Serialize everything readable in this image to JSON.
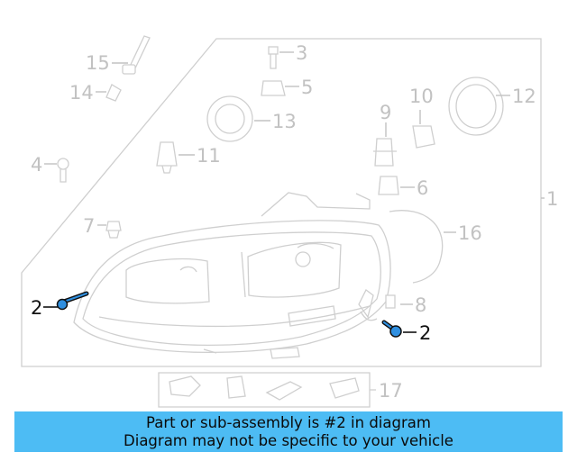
{
  "diagram": {
    "callouts": [
      {
        "id": "1",
        "text": "1",
        "highlight": false
      },
      {
        "id": "2a",
        "text": "2",
        "highlight": true
      },
      {
        "id": "2b",
        "text": "2",
        "highlight": true
      },
      {
        "id": "3",
        "text": "3",
        "highlight": false
      },
      {
        "id": "4",
        "text": "4",
        "highlight": false
      },
      {
        "id": "5",
        "text": "5",
        "highlight": false
      },
      {
        "id": "6",
        "text": "6",
        "highlight": false
      },
      {
        "id": "7",
        "text": "7",
        "highlight": false
      },
      {
        "id": "8",
        "text": "8",
        "highlight": false
      },
      {
        "id": "9",
        "text": "9",
        "highlight": false
      },
      {
        "id": "10",
        "text": "10",
        "highlight": false
      },
      {
        "id": "11",
        "text": "11",
        "highlight": false
      },
      {
        "id": "12",
        "text": "12",
        "highlight": false
      },
      {
        "id": "13",
        "text": "13",
        "highlight": false
      },
      {
        "id": "14",
        "text": "14",
        "highlight": false
      },
      {
        "id": "15",
        "text": "15",
        "highlight": false
      },
      {
        "id": "16",
        "text": "16",
        "highlight": false
      },
      {
        "id": "17",
        "text": "17",
        "highlight": false
      }
    ],
    "colors": {
      "faint": "#cfcfcf",
      "highlight": "#111111",
      "part_highlight": "#2f8fe0"
    }
  },
  "banner": {
    "line1": "Part or sub-assembly is #2 in diagram",
    "line2": "Diagram may not be specific to your vehicle",
    "background": "#4dbcf4"
  }
}
